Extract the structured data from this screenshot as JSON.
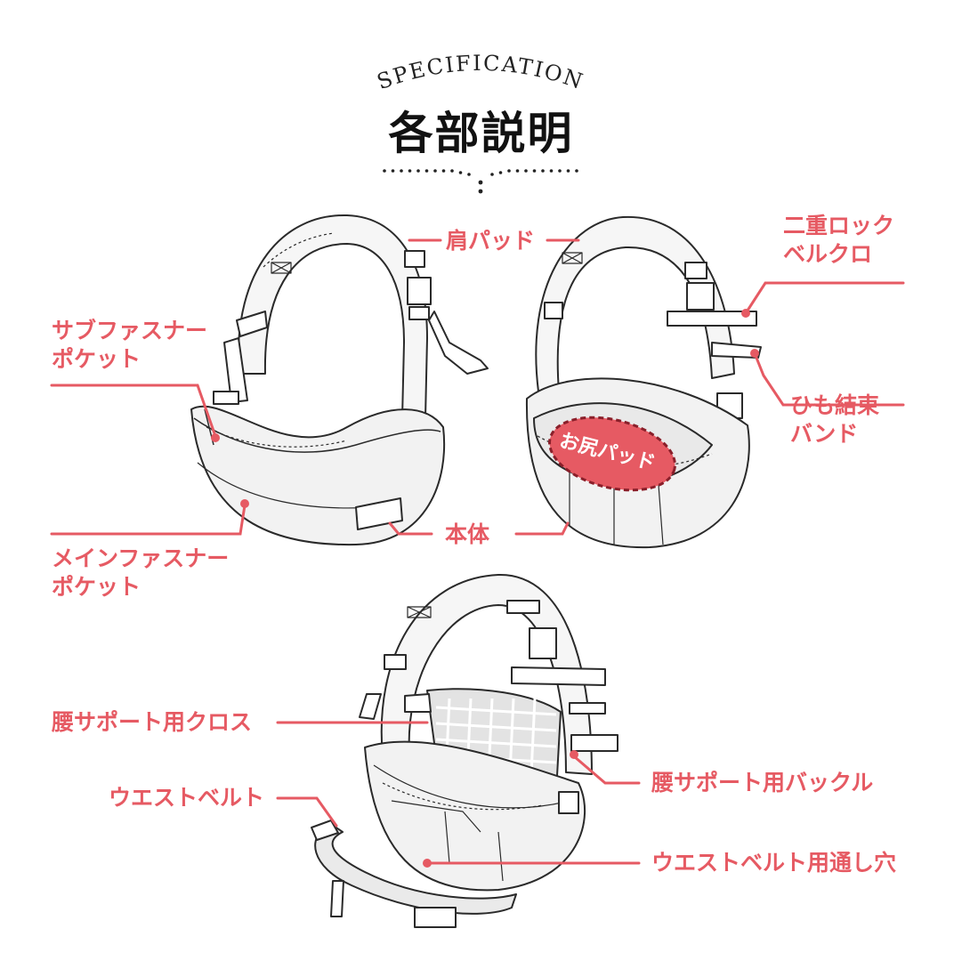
{
  "header": {
    "eyebrow": "SPECIFICATION",
    "title": "各部説明"
  },
  "labels": {
    "shoulder_pad": "肩パッド",
    "double_lock_line1": "二重ロック",
    "double_lock_line2": "ベルクロ",
    "sub_pocket_line1": "サブファスナー",
    "sub_pocket_line2": "ポケット",
    "hip_pad": "お尻パッド",
    "string_band_line1": "ひも結束",
    "string_band_line2": "バンド",
    "main_body": "本体",
    "main_pocket_line1": "メインファスナー",
    "main_pocket_line2": "ポケット",
    "waist_cloth": "腰サポート用クロス",
    "waist_belt": "ウエストベルト",
    "waist_buckle": "腰サポート用バックル",
    "belt_loop": "ウエストベルト用通し穴"
  },
  "colors": {
    "accent": "#e65a63",
    "outline": "#2a2a2a",
    "fill_light": "#f4f4f4",
    "fill_pad": "#e9e9e9",
    "cloth_grid": "#d9d9d9"
  }
}
